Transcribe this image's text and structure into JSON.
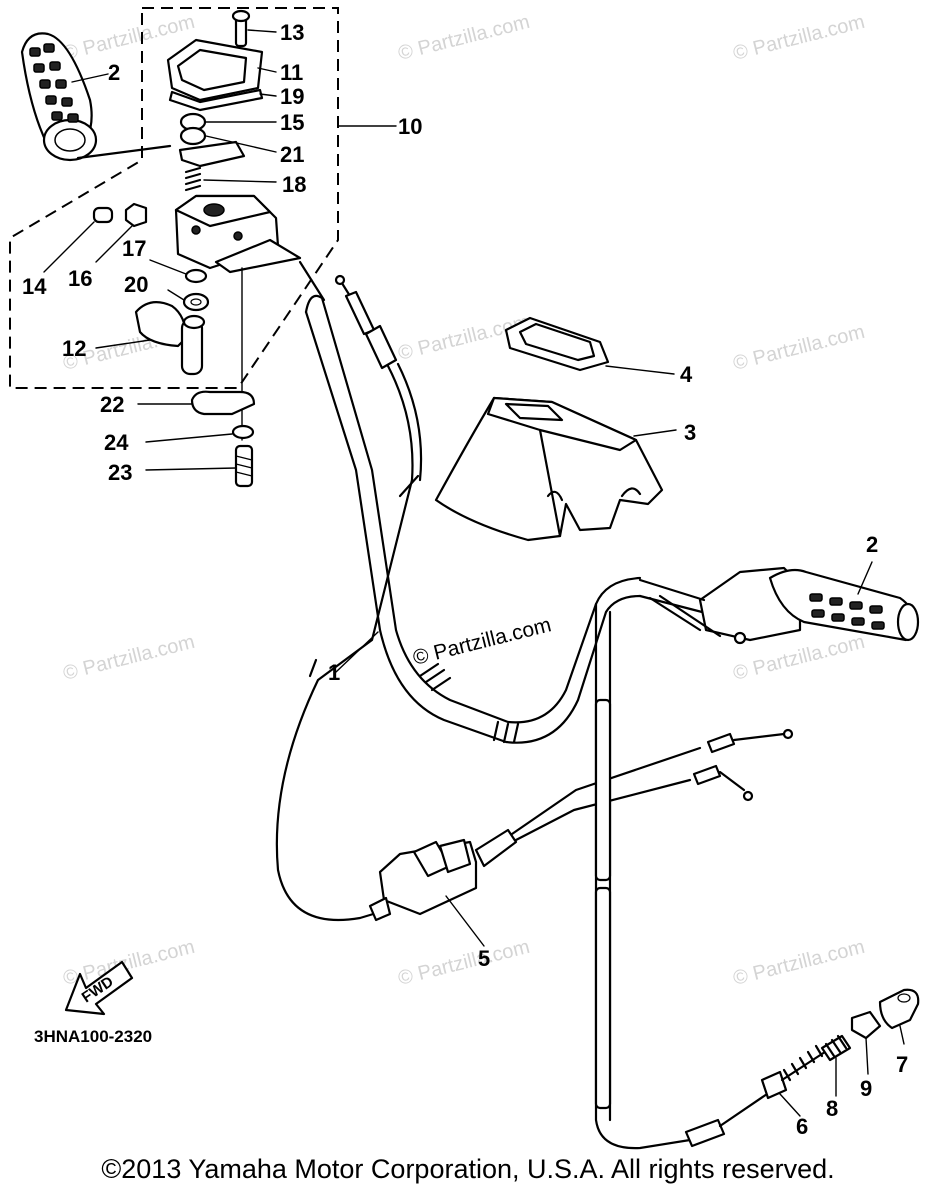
{
  "watermark": "© Partzilla.com",
  "watermark_center": "© Partzilla.com",
  "diagram_code": "3HNA100-2320",
  "fwd_label": "FWD",
  "copyright": "©2013 Yamaha Motor Corporation, U.S.A. All rights reserved.",
  "callouts": {
    "c1": "1",
    "c2a": "2",
    "c2b": "2",
    "c3": "3",
    "c4": "4",
    "c5": "5",
    "c6": "6",
    "c7": "7",
    "c8": "8",
    "c9": "9",
    "c10": "10",
    "c11": "11",
    "c12": "12",
    "c13": "13",
    "c14": "14",
    "c15": "15",
    "c16": "16",
    "c17": "17",
    "c18": "18",
    "c19": "19",
    "c20": "20",
    "c21": "21",
    "c22": "22",
    "c23": "23",
    "c24": "24"
  }
}
